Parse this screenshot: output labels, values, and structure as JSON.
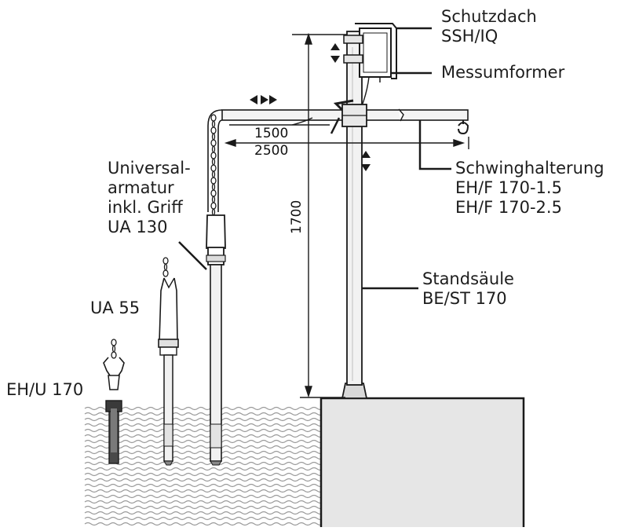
{
  "labels": {
    "schutzdach": [
      "Schutzdach",
      "SSH/IQ"
    ],
    "messumformer": "Messumformer",
    "schwinghalterung": [
      "Schwinghalterung",
      "EH/F 170-1.5",
      "EH/F 170-2.5"
    ],
    "standsaeule": [
      "Standsäule",
      "BE/ST 170"
    ],
    "universal": [
      "Universal-",
      "armatur",
      "inkl. Griff",
      "UA 130"
    ],
    "ua55": "UA 55",
    "ehu": "EH/U 170"
  },
  "dimensions": {
    "length_short": "1500",
    "length_long": "2500",
    "height": "1700"
  },
  "colors": {
    "line": "#1a1a1a",
    "pole_fill": "#f2f2f2",
    "wave": "#9a9a9a",
    "block_fill": "#e6e6e6"
  }
}
